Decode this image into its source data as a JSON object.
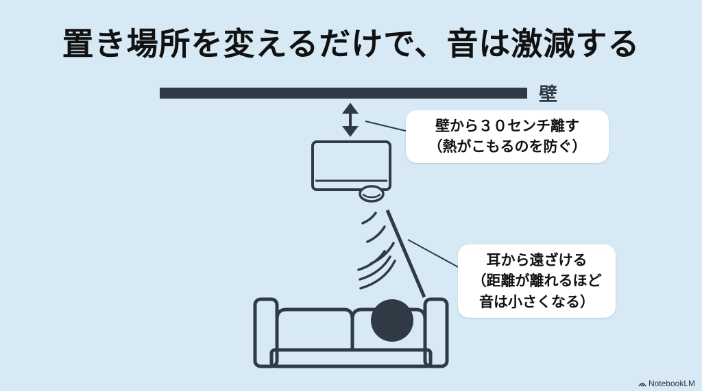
{
  "title": "置き場所を変えるだけで、音は激減する",
  "wall": {
    "label": "壁"
  },
  "callouts": {
    "distance_from_wall": {
      "line1": "壁から３０センチ離す",
      "line2": "（熱がこもるのを防ぐ）"
    },
    "away_from_ears": {
      "line1": "耳から遠ざける",
      "line2": "（距離が離れるほど",
      "line3": "音は小さくなる）"
    }
  },
  "colors": {
    "background": "#d6e9f5",
    "line": "#2f3a44",
    "callout_bg": "#ffffff"
  },
  "icons": {
    "device": "air-conditioner-unit-icon",
    "sound": "sound-waves-icon",
    "sofa": "sofa-icon",
    "person": "person-head-icon"
  },
  "brand": {
    "name": "NotebookLM"
  }
}
